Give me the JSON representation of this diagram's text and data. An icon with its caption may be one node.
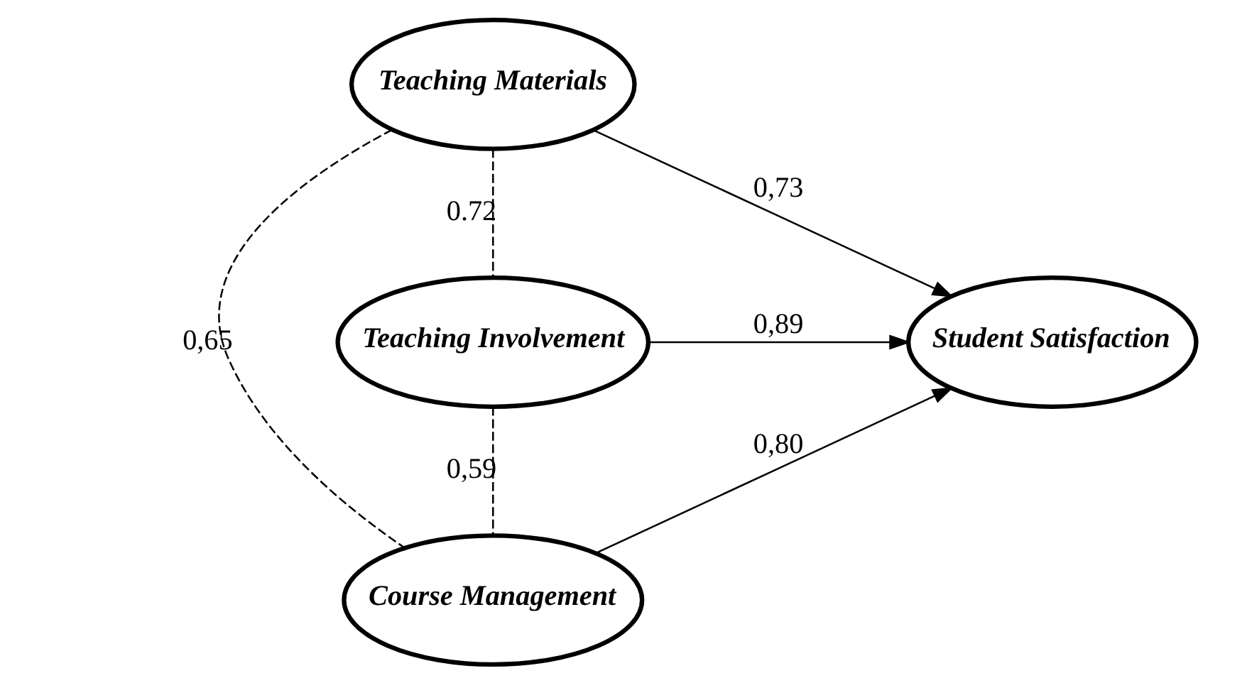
{
  "diagram": {
    "nodes": [
      {
        "text": [
          "Teaching Materials"
        ]
      },
      {
        "text": [
          "Teaching Involvement"
        ]
      },
      {
        "text": [
          "Course Management"
        ]
      },
      {
        "text": [
          "Student Satisfaction"
        ]
      }
    ],
    "edges": [
      {
        "from": 0,
        "to": 1,
        "arrow": "none",
        "label": "0.72",
        "style": "dashed"
      },
      {
        "from": 0,
        "to": 2,
        "arrow": "none",
        "label": "0,65",
        "style": "dashed"
      },
      {
        "from": 1,
        "to": 2,
        "arrow": "none",
        "label": "0,59",
        "style": "dashed"
      },
      {
        "from": 0,
        "to": 3,
        "arrow": "to",
        "label": "0,73"
      },
      {
        "from": 1,
        "to": 3,
        "arrow": "to",
        "label": "0,89"
      },
      {
        "from": 2,
        "to": 3,
        "arrow": "to",
        "label": "0,80"
      }
    ]
  }
}
